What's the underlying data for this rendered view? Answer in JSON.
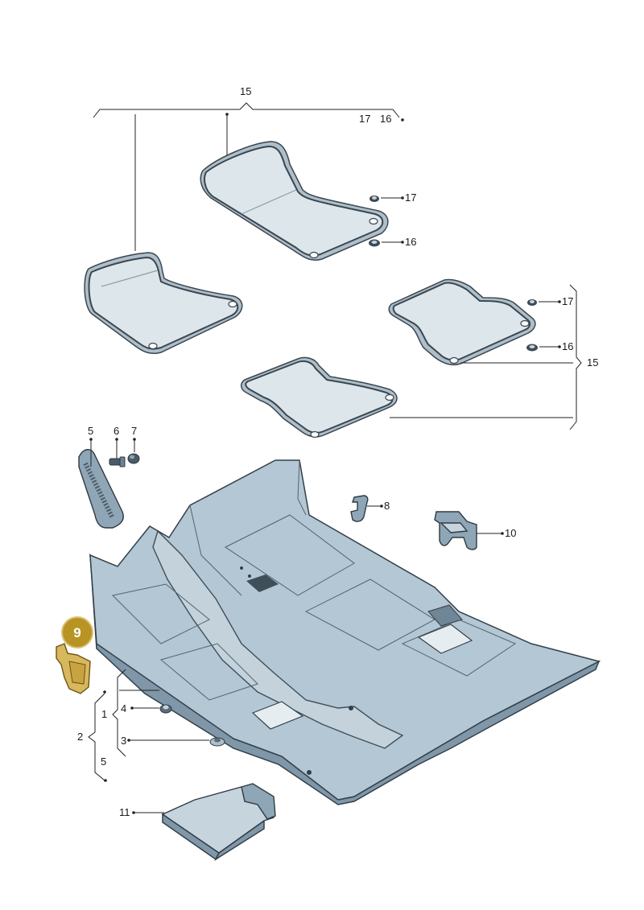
{
  "callouts": {
    "top_group": "15",
    "top_17": "17",
    "top_16": "16",
    "front_right_17": "17",
    "front_right_16": "16",
    "rear_right_17": "17",
    "rear_right_16": "16",
    "rear_group": "15",
    "trim_5": "5",
    "bolt_6": "6",
    "cap_7": "7",
    "clip_8": "8",
    "bracket_10": "10",
    "carpet_1": "1",
    "group_2": "2",
    "group_5": "5",
    "nut_4": "4",
    "clip_3": "3",
    "mat_11": "11"
  },
  "highlight": {
    "label": "9",
    "color": "#b89422"
  },
  "colors": {
    "mat_fill": "#dde6ea",
    "carpet_fill": "#b3c7d4",
    "highlight_part": "#d8b85c"
  }
}
